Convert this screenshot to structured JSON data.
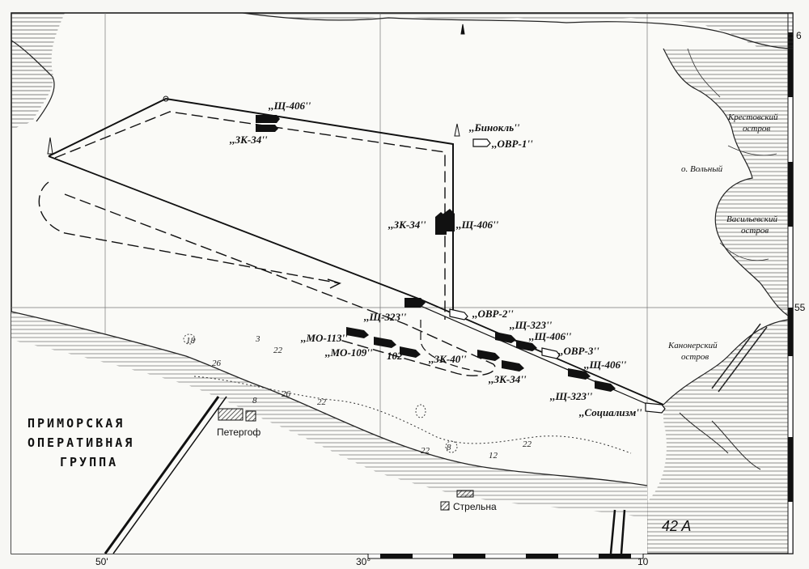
{
  "map": {
    "id_label": "42 A",
    "grid": {
      "top_lat": "6",
      "mid_lat": "55",
      "bottom_lon_left": "50'",
      "bottom_lon_mid": "30°",
      "bottom_lon_right": "10"
    },
    "region_label": [
      "ПРИМОРСКАЯ",
      "ОПЕРАТИВНАЯ",
      "ГРУППА"
    ],
    "towns": {
      "peterhof": "Петергоф",
      "strelna": "Стрельна"
    },
    "islands": {
      "krestovsky_1": "Крестовский",
      "krestovsky_2": "остров",
      "volny": "о. Вольный",
      "vasilievsky_1": "Васильевский",
      "vasilievsky_2": "остров",
      "kanonersky_1": "Канонерский",
      "kanonersky_2": "остров"
    },
    "ships": {
      "shch406_top": ",,Щ-406''",
      "zk34_top": ",,ЗК-34''",
      "binokl": ",,Бинокль''",
      "ovr1": ",,ОВР-1''",
      "zk34_mid": ",,ЗК-34''",
      "shch406_mid": ",,Щ-406''",
      "shch323_a": ",,Щ-323''",
      "ovr2": ",,ОВР-2''",
      "shch323_b": ",,Щ-323''",
      "shch406_b": ",,Щ-406''",
      "mo113": ",,МО-113''",
      "mo109": ",,МО-109''",
      "n102": "102",
      "zk40": ",,ЗК-40''",
      "ovr3": ",,ОВР-3''",
      "shch406_c": ",,Щ-406''",
      "zk34_low": ",,ЗК-34''",
      "shch323_c": ",,Щ-323''",
      "socialism": ",,Социализм''"
    },
    "depths": {
      "d18": "18",
      "d3": "3",
      "d22a": "22",
      "d26a": "26",
      "d8": "8",
      "d26b": "26",
      "d22b": "22",
      "d22c": "22",
      "d8b": "8",
      "d12": "12",
      "d22d": "22"
    }
  }
}
